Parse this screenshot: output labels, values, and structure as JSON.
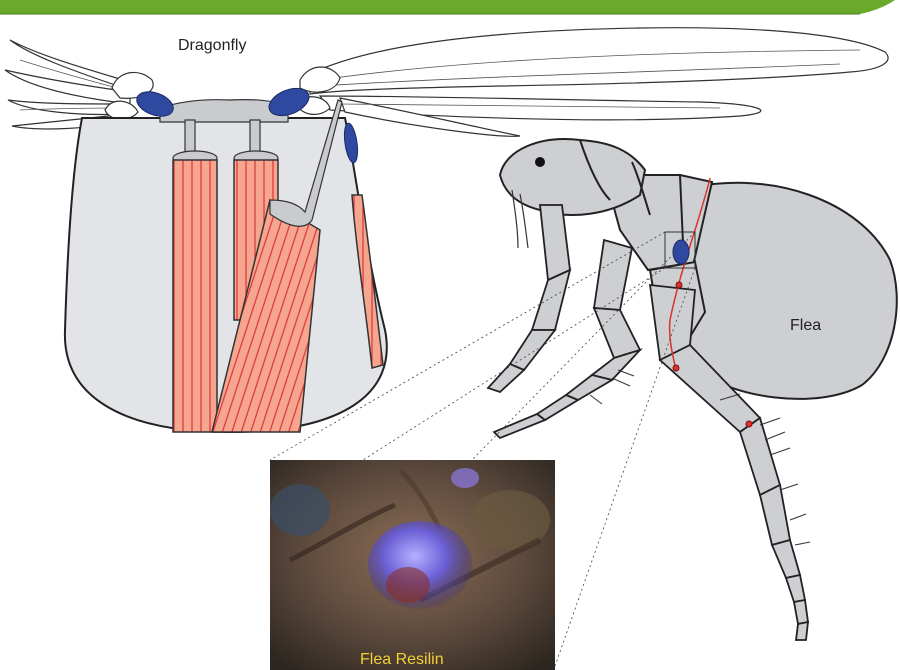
{
  "labels": {
    "dragonfly": "Dragonfly",
    "flea": "Flea",
    "photo_caption": "Flea Resilin"
  },
  "colors": {
    "banner": "#6aa92b",
    "muscle": "#f6a58e",
    "muscle_stripe": "#d8333a",
    "resilin_pad": "#2f49a0",
    "body_gray": "#cdcfd2",
    "thorax_fill": "#e2e4e8",
    "artery": "#d9322b",
    "caption": "#f3d033"
  }
}
